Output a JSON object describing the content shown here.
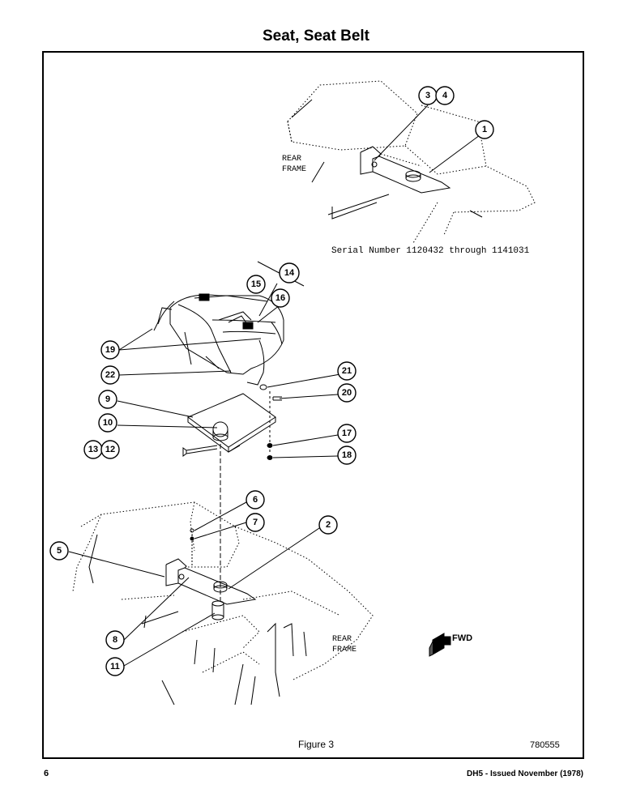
{
  "page": {
    "title": "Seat, Seat Belt",
    "page_number": "6",
    "issue_note": "DH5 - Issued November (1978)"
  },
  "figure": {
    "caption": "Figure 3",
    "code": "780555",
    "serial_note": "Serial Number 1120432 through 1141031",
    "rear_frame_label_line1": "REAR",
    "rear_frame_label_line2": "FRAME",
    "fwd_label": "FWD",
    "callouts": {
      "c1": "1",
      "c2": "2",
      "c3": "3",
      "c4": "4",
      "c5": "5",
      "c6": "6",
      "c7": "7",
      "c8": "8",
      "c9": "9",
      "c10": "10",
      "c11": "11",
      "c12": "12",
      "c13": "13",
      "c14": "14",
      "c15": "15",
      "c16": "16",
      "c17": "17",
      "c18": "18",
      "c19": "19",
      "c20": "20",
      "c21": "21",
      "c22": "22"
    }
  }
}
